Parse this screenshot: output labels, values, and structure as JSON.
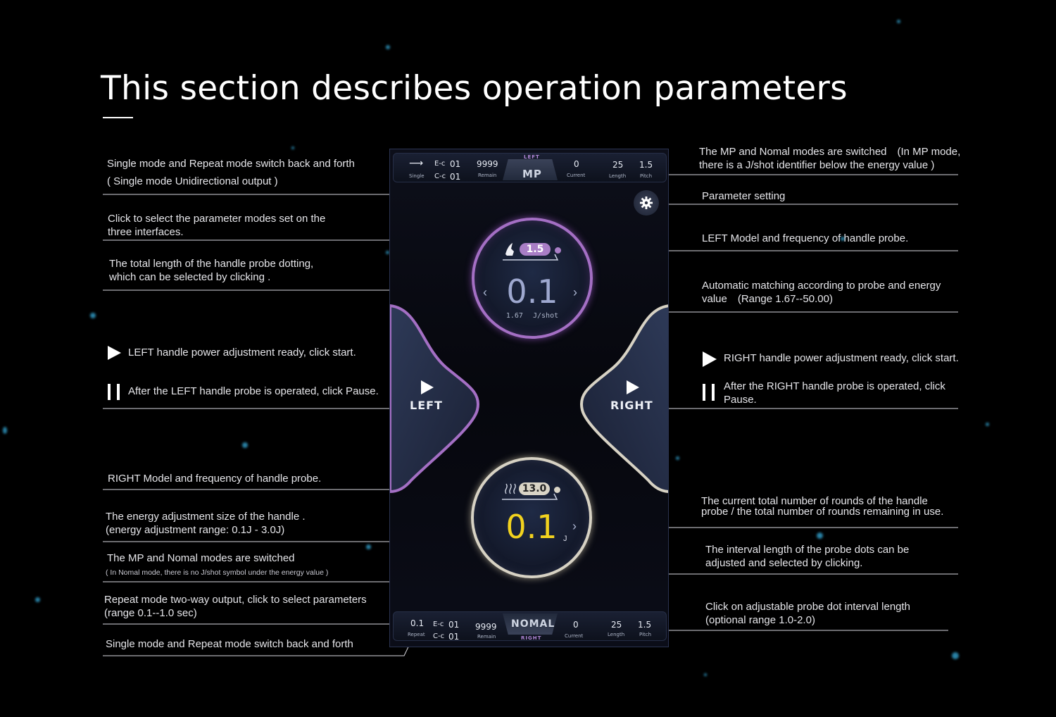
{
  "page": {
    "title": "This section describes operation parameters"
  },
  "annotations": {
    "left": {
      "single_repeat_top": "Single mode and Repeat mode switch back and forth",
      "single_repeat_top_sub": "( Single mode Unidirectional output )",
      "param_modes": "Click to select the parameter modes set on the three interfaces.",
      "total_length": "The total length of the handle probe dotting, which can be selected by clicking .",
      "left_start": "LEFT handle power adjustment ready, click start.",
      "left_pause": "After the LEFT handle probe is operated, click Pause.",
      "right_model": "RIGHT Model and frequency of handle probe.",
      "energy_size": "The energy adjustment size of the handle .",
      "energy_range": "(energy adjustment range: 0.1J - 3.0J)",
      "mp_nomal_bottom": "The MP and Nomal modes are switched",
      "mp_nomal_bottom_sub": "( In Nomal mode, there is no J/shot symbol under the energy value )",
      "repeat_two_way": "Repeat mode two-way output, click to select parameters",
      "repeat_range": "(range 0.1--1.0 sec)",
      "single_repeat_bottom": "Single mode and Repeat mode switch back and forth"
    },
    "right": {
      "mp_nomal_top": "The MP and Nomal modes are switched　(In MP mode,",
      "mp_nomal_top_2": "there is a J/shot identifier below the energy value )",
      "parameter_setting": "Parameter setting",
      "left_model": "LEFT Model and frequency of handle probe.",
      "auto_matching": "Automatic matching according to probe and energy",
      "auto_matching_2": "value　(Range 1.67--50.00)",
      "right_start": "RIGHT handle power adjustment ready, click start.",
      "right_pause": "After the RIGHT handle probe is operated, click",
      "right_pause_2": "Pause.",
      "rounds": "The current total number of rounds of the handle",
      "rounds_2": "probe / the total number of rounds remaining in use.",
      "interval": "The interval length of the probe dots can be",
      "interval_2": "adjusted and selected by clicking.",
      "pitch": "Click on adjustable probe dot interval length",
      "pitch_2": "(optional range 1.0-2.0)"
    }
  },
  "device": {
    "top_bar": {
      "single_label": "Single",
      "ec": "E-c",
      "ec_val": "01",
      "cc": "C-c",
      "cc_val": "01",
      "remain": "9999",
      "remain_label": "Remain",
      "side": "LEFT",
      "mode": "MP",
      "current": "0",
      "current_label": "Current",
      "length": "25",
      "length_label": "Length",
      "pitch": "1.5",
      "pitch_label": "Pitch"
    },
    "left_dial": {
      "probe": "1.5",
      "energy": "0.1",
      "sub_value": "1.67",
      "sub_unit": "J/shot"
    },
    "left_handle": {
      "label": "LEFT"
    },
    "right_handle": {
      "label": "RIGHT"
    },
    "right_dial": {
      "probe": "13.0",
      "energy": "0.1",
      "unit": "J"
    },
    "bottom_bar": {
      "repeat_val": "0.1",
      "repeat_label": "Repeat",
      "ec": "E-c",
      "ec_val": "01",
      "cc": "C-c",
      "cc_val": "01",
      "remain": "9999",
      "remain_label": "Remain",
      "mode": "NOMAL",
      "side": "RIGHT",
      "current": "0",
      "current_label": "Current",
      "length": "25",
      "length_label": "Length",
      "pitch": "1.5",
      "pitch_label": "Pitch"
    }
  },
  "colors": {
    "left_accent": "#a46fc4",
    "right_accent": "#d7d2c4",
    "energy_yellow": "#f2d21e",
    "star_blue": "#3fc8ff"
  }
}
